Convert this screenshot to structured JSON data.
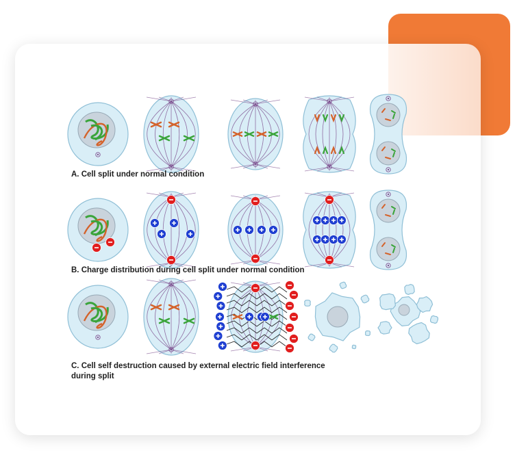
{
  "colors": {
    "accent": "#f07a36",
    "cell_fill": "#d9eef7",
    "cell_stroke": "#8fbfd6",
    "spindle": "#7d4f8f",
    "chromosome_orange": "#d4622a",
    "chromosome_green": "#3aa43a",
    "negative_charge": "#e11e1e",
    "positive_charge": "#1f3fd1"
  },
  "rows": [
    {
      "caption": "A. Cell split under normal condition",
      "stages": [
        "interphase",
        "prometaphase",
        "metaphase",
        "anaphase",
        "telophase"
      ]
    },
    {
      "caption": "B. Charge distribution during cell split under normal condition",
      "stages": [
        "interphase-charged",
        "prometaphase-charged",
        "metaphase-charged",
        "anaphase-charged",
        "telophase"
      ]
    },
    {
      "caption": "C. Cell self destruction caused by external electric field interference during split",
      "stages": [
        "interphase",
        "prometaphase",
        "metaphase-external-field",
        "disintegrating-cell",
        "fragmented-cell"
      ]
    }
  ],
  "charge_symbols": {
    "positive": "+",
    "negative": "−"
  }
}
